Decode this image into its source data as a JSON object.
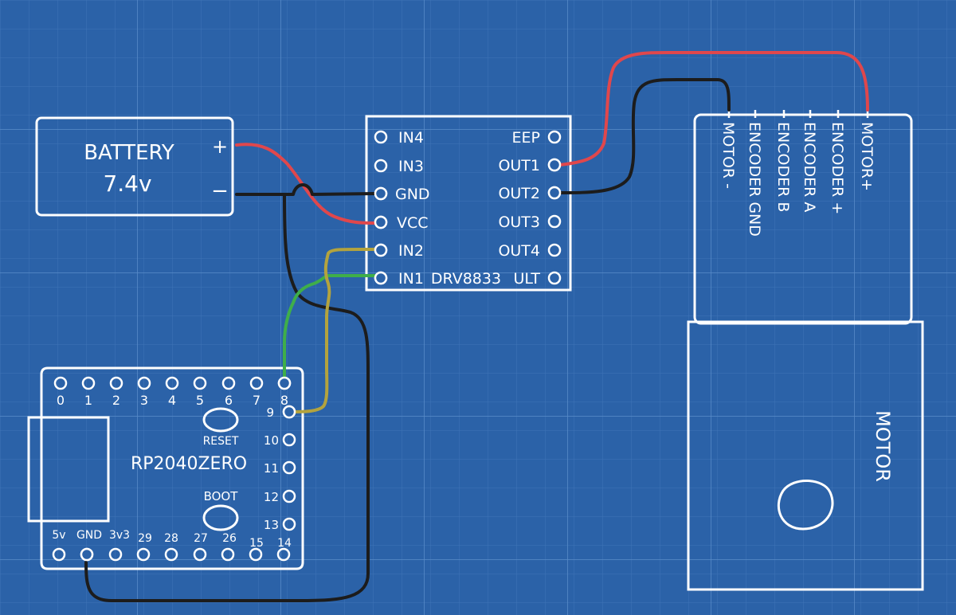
{
  "colors": {
    "background": "#2b62a8",
    "grid": "#4a7fc0",
    "line": "#ffffff",
    "wire_red": "#e0474c",
    "wire_black": "#1c1c1c",
    "wire_green": "#3fae4a",
    "wire_yellow": "#b3a33e"
  },
  "battery": {
    "title": "BATTERY",
    "voltage": "7.4v",
    "plus": "+",
    "minus": "−"
  },
  "driver": {
    "name": "DRV8833",
    "left_pins": [
      "IN4",
      "IN3",
      "GND",
      "VCC",
      "IN2",
      "IN1"
    ],
    "right_pins": [
      "EEP",
      "OUT1",
      "OUT2",
      "OUT3",
      "OUT4",
      "ULT"
    ]
  },
  "mcu": {
    "name": "RP2040ZERO",
    "top_pins": [
      "0",
      "1",
      "2",
      "3",
      "4",
      "5",
      "6",
      "7",
      "8"
    ],
    "right_pins": [
      "9",
      "10",
      "11",
      "12",
      "13"
    ],
    "bottom_pins": [
      "5v",
      "GND",
      "3v3",
      "29",
      "28",
      "27",
      "26",
      "15",
      "14"
    ],
    "reset_label": "RESET",
    "boot_label": "BOOT"
  },
  "motor": {
    "label": "MOTOR",
    "pins": [
      "MOTOR -",
      "ENCODER GND",
      "ENCODER B",
      "ENCODER A",
      "ENCODER +",
      "MOTOR+"
    ]
  }
}
